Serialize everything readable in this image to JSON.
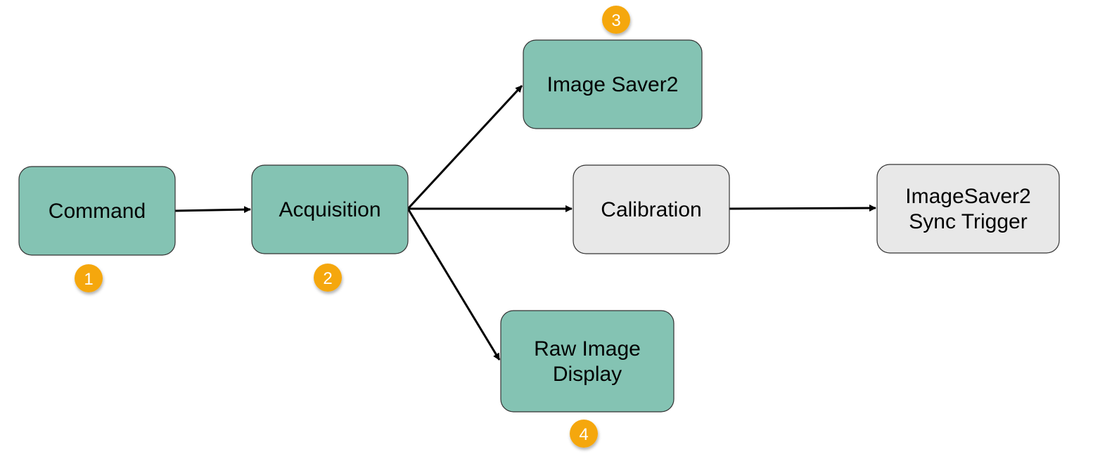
{
  "colors": {
    "active": "#84C3B3",
    "inactive": "#E8E8E8",
    "badge": "#F5A70E",
    "stroke": "#333333"
  },
  "nodes": {
    "command": {
      "lines": [
        "Command"
      ],
      "badge": "1"
    },
    "acquisition": {
      "lines": [
        "Acquisition"
      ],
      "badge": "2"
    },
    "image_saver2": {
      "lines": [
        "Image Saver2"
      ],
      "badge": "3"
    },
    "calibration": {
      "lines": [
        "Calibration"
      ]
    },
    "sync_trigger": {
      "lines": [
        "ImageSaver2",
        "Sync Trigger"
      ]
    },
    "raw_display": {
      "lines": [
        "Raw Image",
        "Display"
      ],
      "badge": "4"
    }
  }
}
